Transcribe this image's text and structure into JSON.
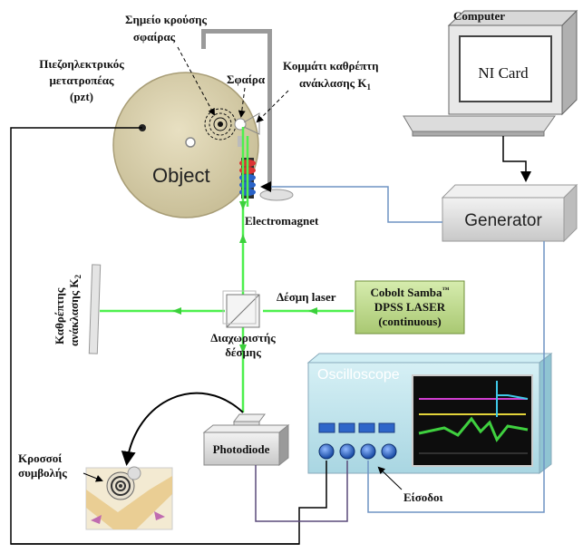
{
  "labels": {
    "impact_point_line1": "Σημείο κρούσης",
    "impact_point_line2": "σφαίρας",
    "pzt_line1": "Πιεζοηλεκτρικός",
    "pzt_line2": "μετατροπέας",
    "pzt_line3": "(pzt)",
    "sphere": "Σφαίρα",
    "mirror_k1_line1": "Κομμάτι καθρέπτη",
    "mirror_k1_line2": "ανάκλασης K",
    "mirror_k1_sub": "1",
    "object": "Object",
    "electromagnet": "Electromagnet",
    "computer": "Computer",
    "ni_card": "NI Card",
    "generator": "Generator",
    "laser_beam": "Δέσμη laser",
    "laser_line1": "Cobolt Samba",
    "laser_tm": "™",
    "laser_line2": "DPSS LASER",
    "laser_line3": "(continuous)",
    "mirror_k2_line1": "Καθρέπτης",
    "mirror_k2_line2": "ανάκλασης K",
    "mirror_k2_sub": "2",
    "beam_splitter_line1": "Διαχωριστής",
    "beam_splitter_line2": "δέσμης",
    "oscilloscope": "Oscilloscope",
    "photodiode": "Photodiode",
    "fringes_line1": "Κροσσοί",
    "fringes_line2": "συμβολής",
    "inputs": "Είσοδοι"
  },
  "colors": {
    "laser_beam": "#4ef04e",
    "object_disk": "#d8cfae",
    "oscilloscope_body": "#bfe6ee",
    "laser_box": "#c6e09a",
    "generator_box": "#e6e6e6",
    "cable_blue": "#6f94c4",
    "cable_purple": "#5a4a7a",
    "cable_black": "#000000"
  },
  "icons": [
    "computer-icon",
    "keyboard-icon",
    "interference-fringe-icon",
    "magnet-coil-icon"
  ]
}
